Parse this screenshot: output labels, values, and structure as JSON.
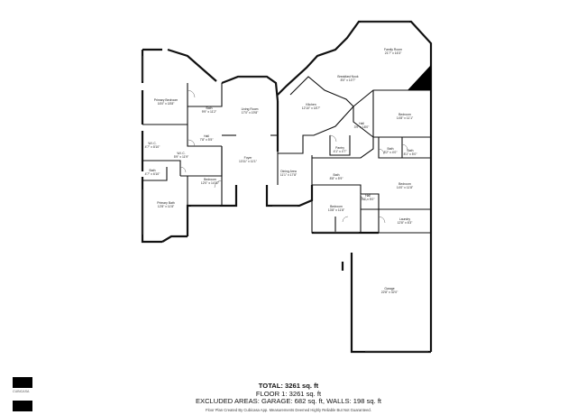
{
  "rooms": {
    "family": {
      "name": "Family Room",
      "dim": "21'7\" x 16'3\""
    },
    "breakfast": {
      "name": "Breakfast Nook",
      "dim": "8'0\" x 10'7\""
    },
    "kitchen": {
      "name": "Kitchen",
      "dim": "12'10\" x 18'7\""
    },
    "living": {
      "name": "Living Room",
      "dim": "17'0\" x 19'8\""
    },
    "primary_bedroom": {
      "name": "Primary Bedroom",
      "dim": "16'0\" x 18'8\""
    },
    "bath1": {
      "name": "Bath",
      "dim": "9'9\" x 11'2\""
    },
    "hall1": {
      "name": "Hall",
      "dim": "7'8\" x 5'5\""
    },
    "wic1": {
      "name": "W.I.C.",
      "dim": "4'7\" x 8'10\""
    },
    "wic2": {
      "name": "W.I.C.",
      "dim": "5'9\" x 11'9\""
    },
    "bath2": {
      "name": "Bath",
      "dim": "4'7\" x 6'10\""
    },
    "primary_bath": {
      "name": "Primary Bath",
      "dim": "12'8\" x 11'8\""
    },
    "bedroom1": {
      "name": "Bedroom",
      "dim": "12'0\" x 14'11\""
    },
    "foyer": {
      "name": "Foyer",
      "dim": "13'11\" x 11'1\""
    },
    "dining": {
      "name": "Dining Area",
      "dim": "11'1\" x 17'8\""
    },
    "pantry": {
      "name": "Pantry",
      "dim": "4'1\" x 4'7\""
    },
    "hall2": {
      "name": "Hall",
      "dim": "3'9\" x 18'0\""
    },
    "bedroom_ne": {
      "name": "Bedroom",
      "dim": "14'8\" x 11'1\""
    },
    "bath3": {
      "name": "Bath",
      "dim": "8'2\" x 4'0\""
    },
    "bath4": {
      "name": "Bath",
      "dim": "8'1\" x 5'0\""
    },
    "bedroom_e": {
      "name": "Bedroom",
      "dim": "14'0\" x 11'8\""
    },
    "bedroom_c": {
      "name": "Bedroom",
      "dim": "13'8\" x 11'8\""
    },
    "bath5": {
      "name": "Bath",
      "dim": "8'8\" x 5'9\""
    },
    "hall3": {
      "name": "Hall",
      "dim": "3'2\" x 5'0\""
    },
    "laundry": {
      "name": "Laundry",
      "dim": "12'8\" x 6'3\""
    },
    "garage": {
      "name": "Garage",
      "dim": "22'8\" x 32'0\""
    }
  },
  "summary": {
    "total": "TOTAL: 3261 sq. ft",
    "floor": "FLOOR 1: 3261 sq. ft",
    "excluded": "EXCLUDED AREAS: GARAGE: 682 sq. ft, WALLS: 198 sq. ft"
  },
  "footer": "Floor Plan Created By Cubicasa App. Measurements Deemed Highly Reliable But Not Guaranteed.",
  "logo": {
    "label": "CUBICASA"
  }
}
